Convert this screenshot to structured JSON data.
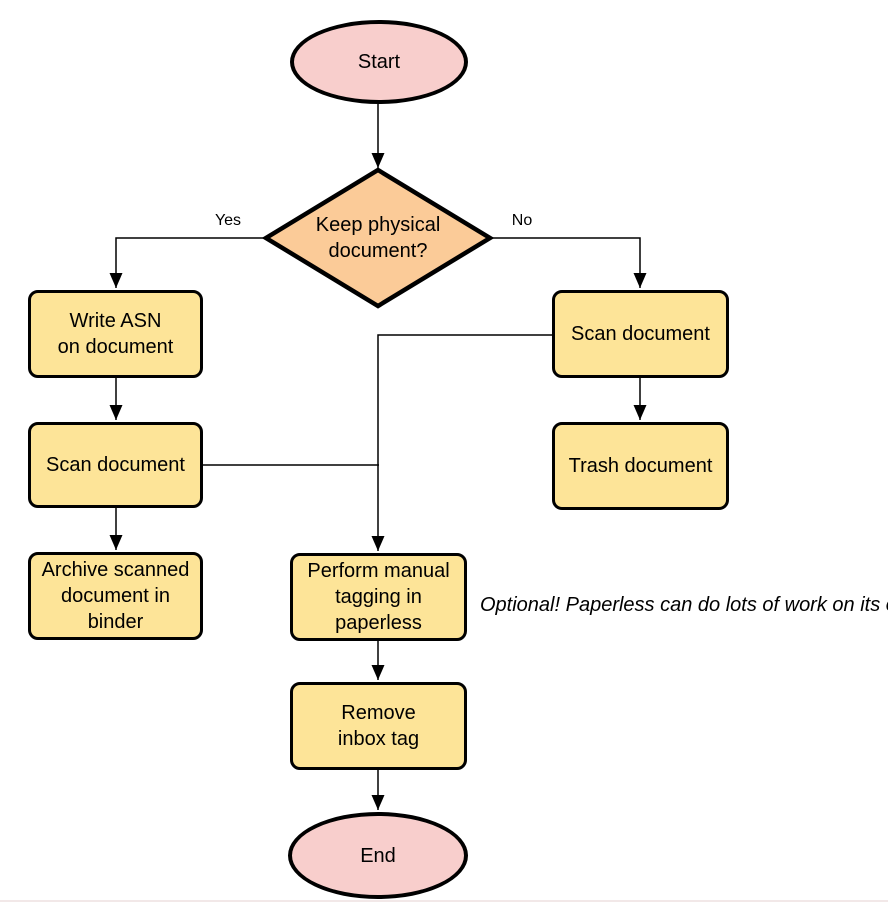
{
  "diagram_type": "flowchart",
  "colors": {
    "terminal_fill": "#f8cecc",
    "decision_fill": "#fbcb98",
    "process_fill": "#fde498",
    "stroke": "#000000",
    "edge": "#000000",
    "divider": "#f2e8e8",
    "canvas_bg": "#ffffff"
  },
  "nodes": {
    "start": {
      "type": "terminal",
      "label": "Start",
      "lines": [
        "Start"
      ]
    },
    "decision": {
      "type": "decision",
      "label": "Keep physical document?",
      "lines": [
        "Keep physical",
        "document?"
      ]
    },
    "write_asn": {
      "type": "process",
      "label": "Write ASN on document",
      "lines": [
        "Write ASN",
        "on document"
      ]
    },
    "scan_left": {
      "type": "process",
      "label": "Scan document",
      "lines": [
        "Scan document"
      ]
    },
    "archive": {
      "type": "process",
      "label": "Archive scanned document in binder",
      "lines": [
        "Archive scanned",
        "document in",
        "binder"
      ]
    },
    "scan_right": {
      "type": "process",
      "label": "Scan document",
      "lines": [
        "Scan document"
      ]
    },
    "trash": {
      "type": "process",
      "label": "Trash document",
      "lines": [
        "Trash document"
      ]
    },
    "tagging": {
      "type": "process",
      "label": "Perform manual tagging in paperless",
      "lines": [
        "Perform manual",
        "tagging in",
        "paperless"
      ]
    },
    "remove_inbox": {
      "type": "process",
      "label": "Remove inbox tag",
      "lines": [
        "Remove",
        "inbox tag"
      ]
    },
    "end": {
      "type": "terminal",
      "label": "End",
      "lines": [
        "End"
      ]
    }
  },
  "edges": [
    {
      "from": "start",
      "to": "decision",
      "label": ""
    },
    {
      "from": "decision",
      "to": "write_asn",
      "label": "Yes"
    },
    {
      "from": "decision",
      "to": "scan_right",
      "label": "No"
    },
    {
      "from": "write_asn",
      "to": "scan_left",
      "label": ""
    },
    {
      "from": "scan_left",
      "to": "archive",
      "label": ""
    },
    {
      "from": "scan_right",
      "to": "trash",
      "label": ""
    },
    {
      "from": "scan_left",
      "to": "tagging",
      "label": ""
    },
    {
      "from": "scan_right",
      "to": "tagging",
      "label": ""
    },
    {
      "from": "tagging",
      "to": "remove_inbox",
      "label": ""
    },
    {
      "from": "remove_inbox",
      "to": "end",
      "label": ""
    }
  ],
  "note": {
    "text": "Optional! Paperless can do lots of work on its own here.",
    "lines": [
      "Optional! Paperless can do lots of work on",
      "its own here."
    ]
  }
}
